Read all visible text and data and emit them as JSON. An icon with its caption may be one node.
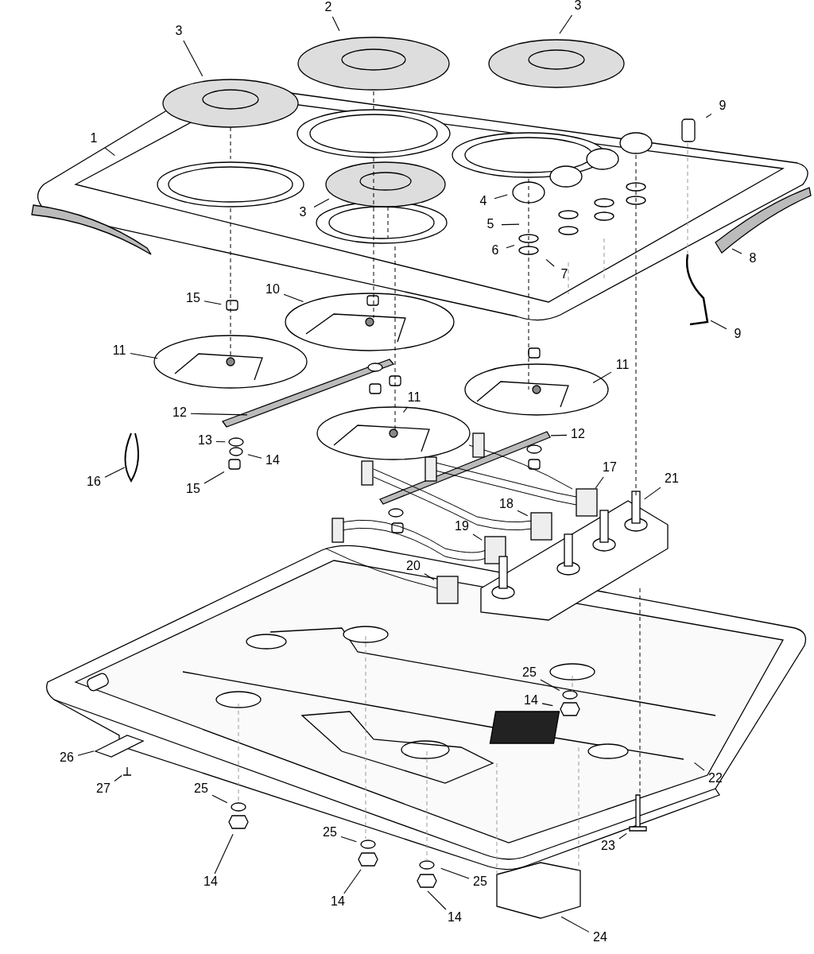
{
  "diagram": {
    "nodes": [
      {
        "text": [
          "1"
        ]
      },
      {
        "text": [
          "2"
        ]
      },
      {
        "text": [
          "3"
        ]
      },
      {
        "text": [
          "3"
        ]
      },
      {
        "text": [
          "3"
        ]
      },
      {
        "text": [
          "4"
        ]
      },
      {
        "text": [
          "5"
        ]
      },
      {
        "text": [
          "6"
        ]
      },
      {
        "text": [
          "7"
        ]
      },
      {
        "text": [
          "8"
        ]
      },
      {
        "text": [
          "9"
        ]
      },
      {
        "text": [
          "9"
        ]
      },
      {
        "text": [
          "10"
        ]
      },
      {
        "text": [
          "11"
        ]
      },
      {
        "text": [
          "11"
        ]
      },
      {
        "text": [
          "11"
        ]
      },
      {
        "text": [
          "12"
        ]
      },
      {
        "text": [
          "12"
        ]
      },
      {
        "text": [
          "13"
        ]
      },
      {
        "text": [
          "14"
        ]
      },
      {
        "text": [
          "15"
        ]
      },
      {
        "text": [
          "15"
        ]
      },
      {
        "text": [
          "16"
        ]
      },
      {
        "text": [
          "17"
        ]
      },
      {
        "text": [
          "18"
        ]
      },
      {
        "text": [
          "19"
        ]
      },
      {
        "text": [
          "20"
        ]
      },
      {
        "text": [
          "21"
        ]
      },
      {
        "text": [
          "22"
        ]
      },
      {
        "text": [
          "23"
        ]
      },
      {
        "text": [
          "24"
        ]
      },
      {
        "text": [
          "25"
        ]
      },
      {
        "text": [
          "14"
        ]
      },
      {
        "text": [
          "25"
        ]
      },
      {
        "text": [
          "14"
        ]
      },
      {
        "text": [
          "25"
        ]
      },
      {
        "text": [
          "14"
        ]
      },
      {
        "text": [
          "25"
        ]
      },
      {
        "text": [
          "14"
        ]
      },
      {
        "text": [
          "26"
        ]
      },
      {
        "text": [
          "27"
        ]
      }
    ],
    "edges": [
      {
        "from": 0,
        "to": null,
        "arrow": "none"
      },
      {
        "from": 1,
        "to": null,
        "arrow": "none"
      },
      {
        "from": 2,
        "to": null,
        "arrow": "none"
      },
      {
        "from": 3,
        "to": null,
        "arrow": "none"
      },
      {
        "from": 4,
        "to": null,
        "arrow": "none"
      },
      {
        "from": 5,
        "to": null,
        "arrow": "none"
      },
      {
        "from": 6,
        "to": null,
        "arrow": "none"
      },
      {
        "from": 7,
        "to": null,
        "arrow": "none"
      },
      {
        "from": 8,
        "to": null,
        "arrow": "none"
      },
      {
        "from": 9,
        "to": null,
        "arrow": "none"
      },
      {
        "from": 10,
        "to": null,
        "arrow": "none"
      },
      {
        "from": 11,
        "to": null,
        "arrow": "none"
      },
      {
        "from": 12,
        "to": null,
        "arrow": "none"
      },
      {
        "from": 13,
        "to": null,
        "arrow": "none"
      },
      {
        "from": 14,
        "to": null,
        "arrow": "none"
      },
      {
        "from": 15,
        "to": null,
        "arrow": "none"
      },
      {
        "from": 16,
        "to": null,
        "arrow": "none"
      },
      {
        "from": 17,
        "to": null,
        "arrow": "none"
      },
      {
        "from": 18,
        "to": null,
        "arrow": "none"
      },
      {
        "from": 19,
        "to": null,
        "arrow": "none"
      },
      {
        "from": 20,
        "to": null,
        "arrow": "none"
      },
      {
        "from": 21,
        "to": null,
        "arrow": "none"
      },
      {
        "from": 22,
        "to": null,
        "arrow": "none"
      },
      {
        "from": 23,
        "to": null,
        "arrow": "none"
      },
      {
        "from": 24,
        "to": null,
        "arrow": "none"
      },
      {
        "from": 25,
        "to": null,
        "arrow": "none"
      },
      {
        "from": 26,
        "to": null,
        "arrow": "none"
      },
      {
        "from": 27,
        "to": null,
        "arrow": "none"
      },
      {
        "from": 28,
        "to": null,
        "arrow": "none"
      },
      {
        "from": 29,
        "to": null,
        "arrow": "none"
      },
      {
        "from": 30,
        "to": null,
        "arrow": "none"
      },
      {
        "from": 31,
        "to": null,
        "arrow": "none"
      },
      {
        "from": 32,
        "to": null,
        "arrow": "none"
      },
      {
        "from": 33,
        "to": null,
        "arrow": "none"
      },
      {
        "from": 34,
        "to": null,
        "arrow": "none"
      },
      {
        "from": 35,
        "to": null,
        "arrow": "none"
      },
      {
        "from": 36,
        "to": null,
        "arrow": "none"
      },
      {
        "from": 37,
        "to": null,
        "arrow": "none"
      },
      {
        "from": 38,
        "to": null,
        "arrow": "none"
      },
      {
        "from": 39,
        "to": null,
        "arrow": "none"
      },
      {
        "from": 40,
        "to": null,
        "arrow": "none"
      }
    ]
  }
}
